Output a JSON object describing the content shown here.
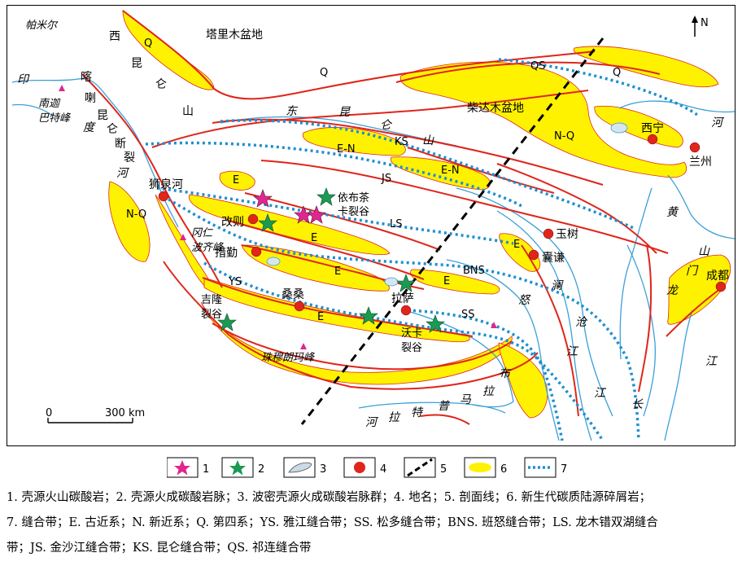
{
  "north_arrow": {
    "label": "N",
    "icon": "north-arrow-icon"
  },
  "scale_bar": {
    "start": "0",
    "end": "300 km"
  },
  "regions": {
    "pamir": "帕米尔",
    "tarim": "塔里木盆地",
    "qaidam": "柴达木盆地"
  },
  "mountains": {
    "west_kunlun": [
      "西",
      "昆",
      "仑",
      "山"
    ],
    "east_kunlun": [
      "东",
      "昆",
      "仑",
      "山"
    ],
    "longmen": [
      "山",
      "门",
      "龙"
    ]
  },
  "faults": {
    "karakorum": [
      "喀",
      "喇",
      "昆",
      "仑",
      "断",
      "裂"
    ]
  },
  "rivers": {
    "indus_left": "印",
    "indus_mid": [
      "度",
      "河"
    ],
    "yellow": [
      "河",
      "黄"
    ],
    "yangtze_changjiang": [
      "江",
      "长"
    ],
    "yangtze_jiang": "江",
    "lancang": [
      "澜",
      "沧",
      "江"
    ],
    "nujiang": "怒",
    "brahmaputra": [
      "布",
      "拉",
      "马",
      "普",
      "特",
      "拉",
      "河"
    ]
  },
  "peaks": {
    "namcha": [
      "南迦",
      "巴特峰"
    ],
    "gangrenboqi": [
      "冈仁",
      "波齐峰"
    ],
    "everest": "珠穆朗玛峰"
  },
  "places": {
    "shiquanhe": "狮泉河",
    "gaize": "改则",
    "cuoqin": "措勤",
    "sangsang": "桑桑",
    "lhasa": "拉萨",
    "yushu": "玉树",
    "nangqian": "囊谦",
    "xining": "西宁",
    "lanzhou": "兰州",
    "chengdu": "成都"
  },
  "rifts": {
    "jilong": [
      "吉隆",
      "裂谷"
    ],
    "yibuchaka": [
      "依布茶",
      "卡裂谷"
    ],
    "woka": [
      "沃卡",
      "裂谷"
    ]
  },
  "units": {
    "q_tarim": "Q",
    "q_north": "Q",
    "q_east": "Q",
    "nq_qaidam": "N-Q",
    "nq_west": "N-Q",
    "en_1": "E-N",
    "en_2": "E-N",
    "e_1": "E",
    "e_2": "E",
    "e_3": "E",
    "e_4": "E",
    "e_5": "E",
    "e_6": "E"
  },
  "sutures": {
    "qs": "QS",
    "ks": "KS",
    "js": "JS",
    "ls": "LS",
    "bns": "BNS",
    "ys": "YS",
    "ss": "SS"
  },
  "legend": [
    {
      "num": "1",
      "icon": "magenta-star-icon",
      "color": "#e2268f"
    },
    {
      "num": "2",
      "icon": "green-star-icon",
      "color": "#1a9a52"
    },
    {
      "num": "3",
      "icon": "dike-swarm-icon",
      "color": "#c9dbe6"
    },
    {
      "num": "4",
      "icon": "red-dot-icon",
      "color": "#e0251b"
    },
    {
      "num": "5",
      "icon": "section-line-icon",
      "color": "#000000"
    },
    {
      "num": "6",
      "icon": "yellow-basin-icon",
      "color": "#fff200"
    },
    {
      "num": "7",
      "icon": "suture-dotted-icon",
      "color": "#1e8fd0"
    }
  ],
  "caption": {
    "line1": "1. 壳源火山碳酸岩；2. 壳源火成碳酸岩脉；3. 波密壳源火成碳酸岩脉群；4. 地名；5. 剖面线；6. 新生代碳质陆源碎屑岩；",
    "line2": "7. 缝合带；E. 古近系；N. 新近系；Q. 第四系；YS. 雅江缝合带；SS. 松多缝合带；BNS. 班怒缝合带；LS. 龙木错双湖缝合",
    "line3": "带；JS. 金沙江缝合带；KS. 昆仑缝合带；QS. 祁连缝合带"
  }
}
